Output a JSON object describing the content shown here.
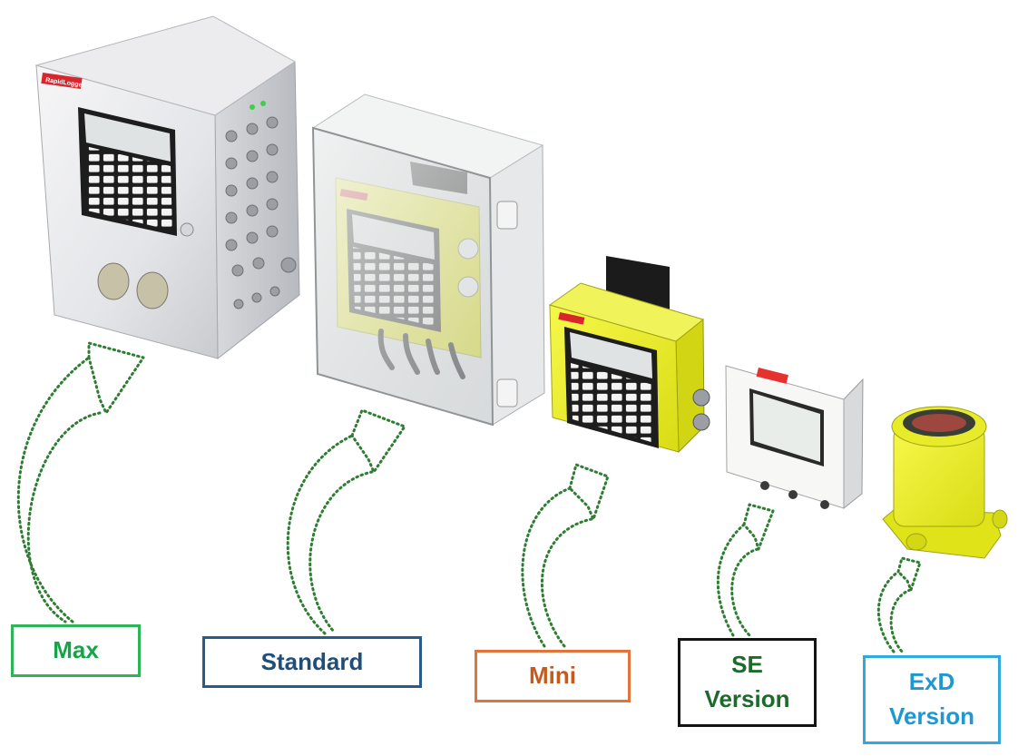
{
  "products": [
    {
      "name": "Max",
      "image": "stainless-steel-enclosure-logger"
    },
    {
      "name": "Standard",
      "image": "clear-lid-enclosure-logger"
    },
    {
      "name": "Mini",
      "image": "compact-yellow-logger"
    },
    {
      "name": "SE\nVersion",
      "image": "panel-display-logger"
    },
    {
      "name": "ExD\nVersion",
      "image": "explosion-proof-yellow-logger"
    }
  ],
  "brand_mark": "RapidLogger",
  "colors": {
    "max": "#17a34a",
    "standard": "#1f4e79",
    "mini": "#c55a1e",
    "se_version": "#1c6b2a",
    "exd_version": "#1e98d3",
    "arrow": "#2e7d32",
    "device_yellow": "#eef12a"
  }
}
